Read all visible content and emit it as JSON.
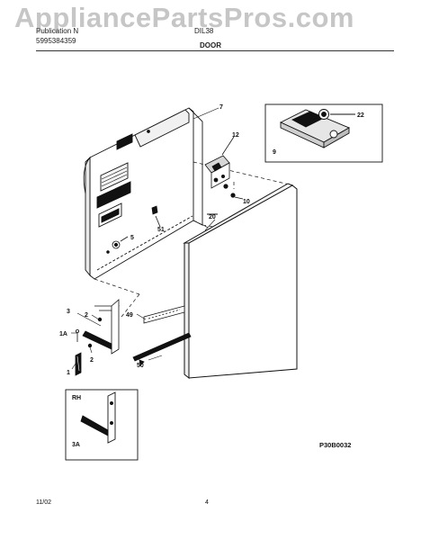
{
  "header": {
    "publication_label": "Publication N",
    "publication_number": "5995384359",
    "model": "DIL38",
    "section_title": "DOOR"
  },
  "watermark": "AppliancePartsPros.com",
  "callouts": {
    "c7": "7",
    "c12": "12",
    "c22": "22",
    "c9": "9",
    "c10": "10",
    "c5": "5",
    "c51": "51",
    "c20": "20",
    "c3": "3",
    "c2a": "2",
    "c49": "49",
    "c1A": "1A",
    "c2b": "2",
    "c1": "1",
    "c50": "50",
    "cRH": "RH",
    "c3A": "3A"
  },
  "diagram_code": "P30B0032",
  "footer": {
    "date": "11/02",
    "page": "4"
  }
}
